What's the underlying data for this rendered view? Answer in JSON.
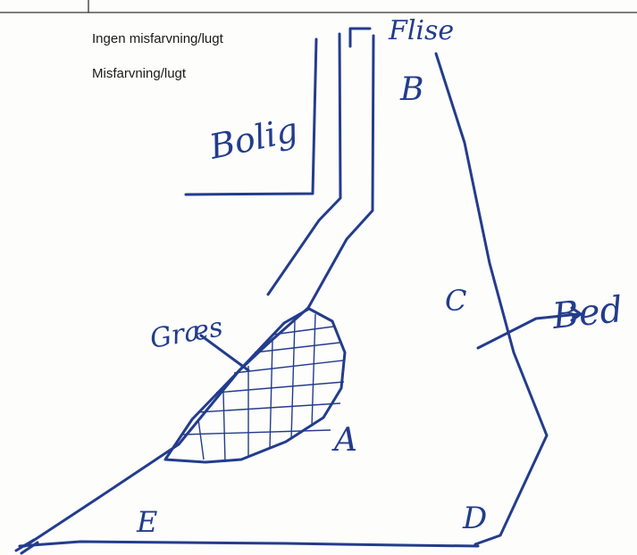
{
  "legend": {
    "items": [
      "Ingen misfarvning/lugt",
      "Misfarvning/lugt"
    ]
  },
  "labels": {
    "flise": "Flise",
    "bolig": "Bolig",
    "graes": "Græs",
    "bed": "Bed",
    "a": "A",
    "b": "B",
    "c": "C",
    "d": "D",
    "e": "E"
  },
  "colors": {
    "ink": "#233c8c",
    "paper": "#fdfdfc",
    "table_border": "#333333"
  }
}
